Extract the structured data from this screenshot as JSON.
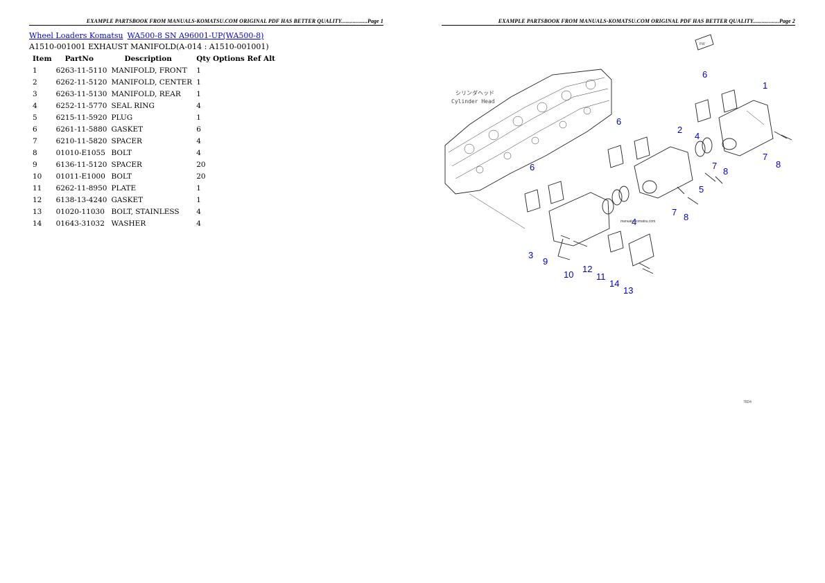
{
  "headers": {
    "page1": "EXAMPLE PARTSBOOK FROM MANUALS-KOMATSU.COM ORIGINAL PDF HAS BETTER QUALITY..................Page 1",
    "page2": "EXAMPLE PARTSBOOK FROM MANUALS-KOMATSU.COM ORIGINAL PDF HAS BETTER QUALITY..................Page 2"
  },
  "breadcrumb": {
    "link1": "Wheel Loaders Komatsu",
    "link2": "WA500-8 SN A96001-UP(WA500-8)"
  },
  "subtitle": "A1510-001001 EXHAUST MANIFOLD(A-014 : A1510-001001)",
  "table": {
    "columns": [
      "Item",
      "PartNo",
      "Description",
      "Qty Options Ref Alt"
    ],
    "rows": [
      {
        "item": "1",
        "partno": "6263-11-5110",
        "desc": "MANIFOLD, FRONT",
        "qty": "1"
      },
      {
        "item": "2",
        "partno": "6262-11-5120",
        "desc": "MANIFOLD, CENTER",
        "qty": "1"
      },
      {
        "item": "3",
        "partno": "6263-11-5130",
        "desc": "MANIFOLD, REAR",
        "qty": "1"
      },
      {
        "item": "4",
        "partno": "6252-11-5770",
        "desc": "SEAL RING",
        "qty": "4"
      },
      {
        "item": "5",
        "partno": "6215-11-5920",
        "desc": "PLUG",
        "qty": "1"
      },
      {
        "item": "6",
        "partno": "6261-11-5880",
        "desc": "GASKET",
        "qty": "6"
      },
      {
        "item": "7",
        "partno": "6210-11-5820",
        "desc": "SPACER",
        "qty": "4"
      },
      {
        "item": "8",
        "partno": "01010-E1055",
        "desc": "BOLT",
        "qty": "4"
      },
      {
        "item": "9",
        "partno": "6136-11-5120",
        "desc": "SPACER",
        "qty": "20"
      },
      {
        "item": "10",
        "partno": "01011-E1000",
        "desc": "BOLT",
        "qty": "20"
      },
      {
        "item": "11",
        "partno": "6262-11-8950",
        "desc": "PLATE",
        "qty": "1"
      },
      {
        "item": "12",
        "partno": "6138-13-4240",
        "desc": "GASKET",
        "qty": "1"
      },
      {
        "item": "13",
        "partno": "01020-11030",
        "desc": "BOLT, STAINLESS",
        "qty": "4"
      },
      {
        "item": "14",
        "partno": "01643-31032",
        "desc": "WASHER",
        "qty": "4"
      }
    ]
  },
  "diagram": {
    "jp_label": "シリンダヘッド",
    "en_label": "Cylinder Head",
    "watermark": "manuals-komatsu.com",
    "fw_label": "FW",
    "code": "76D4",
    "callouts": {
      "c6a": "6",
      "c1": "1",
      "c6b": "6",
      "c2": "2",
      "c4a": "4",
      "c7a": "7",
      "c8a": "8",
      "c7b": "7",
      "c8b": "8",
      "c5": "5",
      "c6c": "6",
      "c7c": "7",
      "c8c": "8",
      "c4b": "4",
      "c3": "3",
      "c9": "9",
      "c12": "12",
      "c10": "10",
      "c11": "11",
      "c14": "14",
      "c13": "13"
    }
  }
}
